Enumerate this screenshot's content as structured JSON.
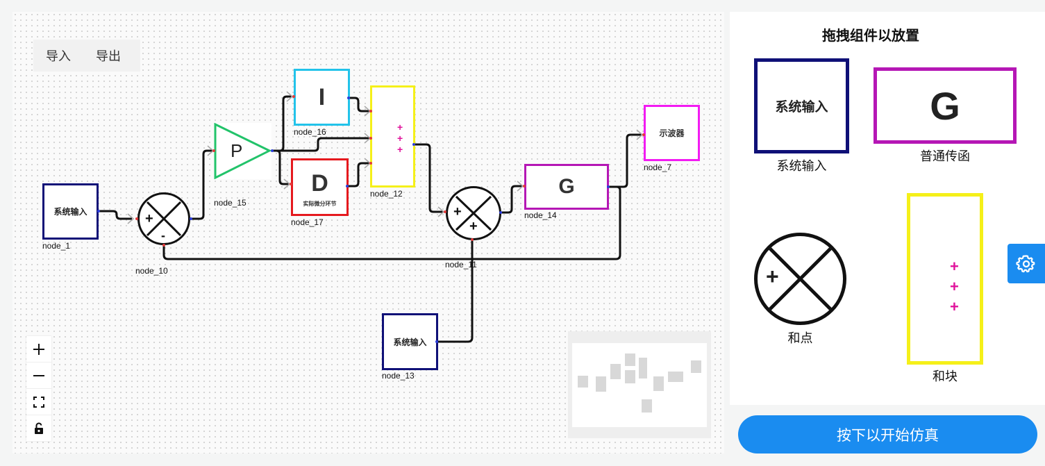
{
  "toolbar": {
    "import_label": "导入",
    "export_label": "导出"
  },
  "nodes": {
    "node_1": {
      "id": "node_1",
      "text": "系统输入"
    },
    "node_10": {
      "id": "node_10",
      "signs": [
        "+",
        "-"
      ]
    },
    "node_15": {
      "id": "node_15",
      "text": "P"
    },
    "node_16": {
      "id": "node_16",
      "text": "I"
    },
    "node_17": {
      "id": "node_17",
      "text": "D",
      "subtext": "实际微分环节"
    },
    "node_12": {
      "id": "node_12",
      "signs": [
        "+",
        "+",
        "+"
      ]
    },
    "node_11": {
      "id": "node_11",
      "signs": [
        "+",
        "+"
      ]
    },
    "node_14": {
      "id": "node_14",
      "text": "G"
    },
    "node_7": {
      "id": "node_7",
      "text": "示波器"
    },
    "node_13": {
      "id": "node_13",
      "text": "系统输入"
    }
  },
  "panel": {
    "title": "拖拽组件以放置",
    "items": [
      {
        "icon_text": "系统输入",
        "label": "系统输入"
      },
      {
        "icon_text": "G",
        "label": "普通传函"
      },
      {
        "icon_text": "+",
        "label": "和点"
      },
      {
        "icon_text": [
          "+",
          "+",
          "+"
        ],
        "label": "和块"
      }
    ]
  },
  "simulate_button": "按下以开始仿真",
  "colors": {
    "input_border": "#0f1077",
    "p_border": "#22c36a",
    "i_border": "#22c3ea",
    "d_border": "#e5191e",
    "sum_block_border": "#f5f019",
    "g_border": "#b517b5",
    "scope_border": "#f21bf2",
    "accent": "#1a8cf0",
    "plus_magenta": "#e0129b"
  },
  "icons": [
    "plus-icon",
    "minus-icon",
    "fit-view-icon",
    "lock-icon",
    "gear-icon"
  ]
}
